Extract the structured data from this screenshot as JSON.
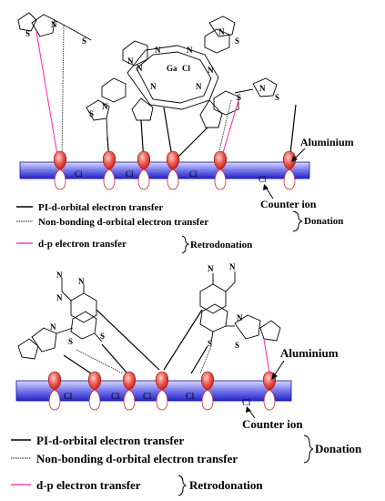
{
  "panels": [
    {
      "molecule_labels": {
        "metal_center": "Ga",
        "ligand": "Cl"
      },
      "surface_label": "Aluminium",
      "counter_ion_label": "Counter ion",
      "ion_symbol": "Cl",
      "legend": {
        "pi_d": "PI-d-orbital electron transfer",
        "non_bonding": "Non-bonding d-orbital electron transfer",
        "donation": "Donation",
        "d_p": "d-p electron transfer",
        "retrodonation": "Retrodonation"
      }
    },
    {
      "molecule_labels": {
        "nitrile_n": "N",
        "ring_n": "N",
        "ring_s": "S"
      },
      "surface_label": "Aluminium",
      "counter_ion_label": "Counter ion",
      "ion_symbol": "Cl",
      "legend": {
        "pi_d": "PI-d-orbital electron transfer",
        "non_bonding": "Non-bonding d-orbital electron transfer",
        "donation": "Donation",
        "d_p": "d-p electron transfer",
        "retrodonation": "Retrodonation"
      }
    }
  ],
  "colors": {
    "surface_light": "#c9cbff",
    "surface_dark": "#2a2ad6",
    "orbital_fill": "#e8403a",
    "orbital_outline": "#b01818",
    "pi_line": "#000000",
    "nonbond_line": "#444444",
    "dp_line": "#ff40c0"
  }
}
